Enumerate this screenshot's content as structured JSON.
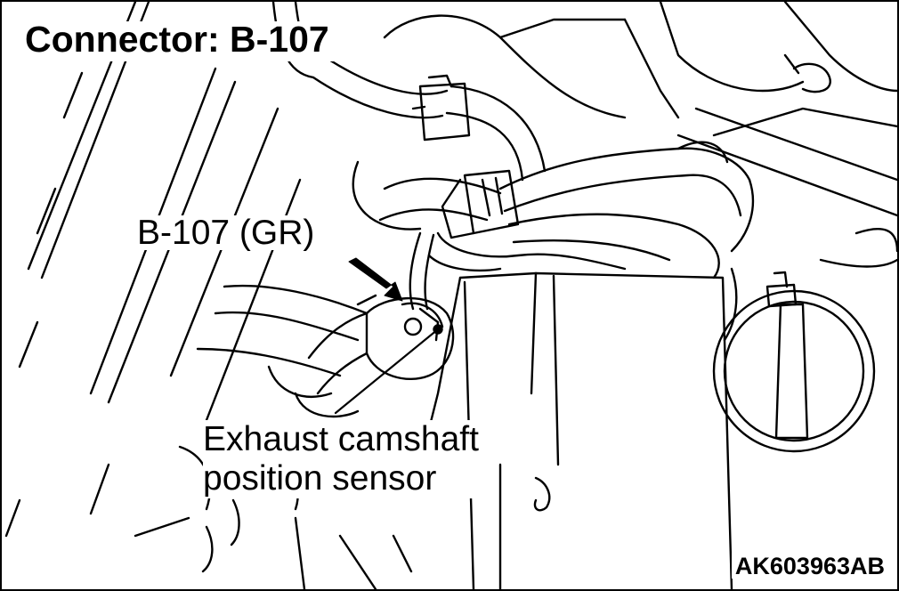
{
  "title": "Connector: B-107",
  "connector_label": "B-107 (GR)",
  "sensor_label": {
    "line1": "Exhaust camshaft",
    "line2": "position sensor"
  },
  "figure_id": "AK603963AB",
  "colors": {
    "line": "#000000",
    "background": "#ffffff"
  }
}
